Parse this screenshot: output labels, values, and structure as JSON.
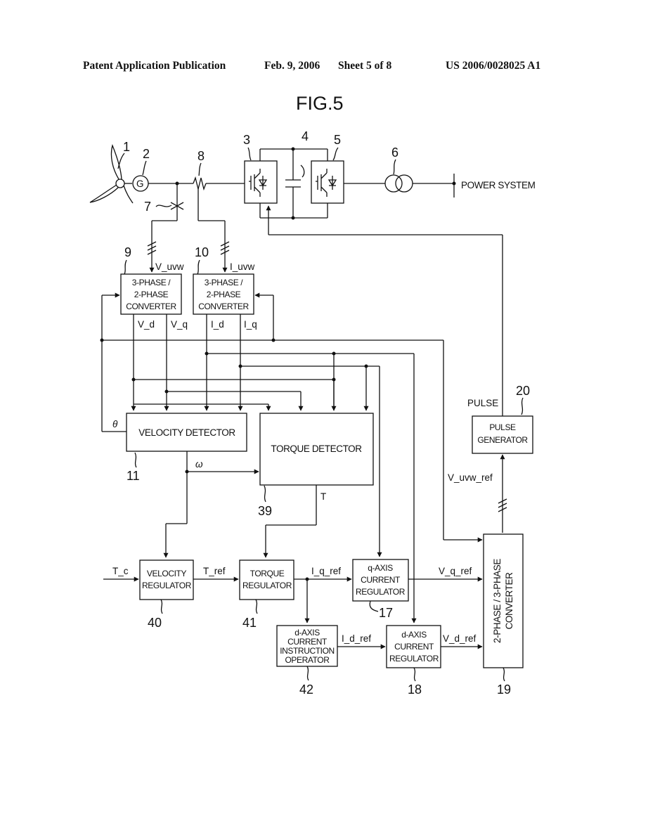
{
  "header": {
    "left": "Patent Application Publication",
    "date": "Feb. 9, 2006",
    "sheet": "Sheet 5 of 8",
    "pub_number": "US 2006/0028025 A1"
  },
  "figure_title": "FIG.5",
  "refs": {
    "n1": "1",
    "n2": "2",
    "n3": "3",
    "n4": "4",
    "n5": "5",
    "n6": "6",
    "n7": "7",
    "n8": "8",
    "n9": "9",
    "n10": "10",
    "n11": "11",
    "n17": "17",
    "n18": "18",
    "n19": "19",
    "n20": "20",
    "n39": "39",
    "n40": "40",
    "n41": "41",
    "n42": "42"
  },
  "generator_symbol": "G",
  "power_system": "POWER SYSTEM",
  "blocks": {
    "conv9": [
      "3-PHASE /",
      "2-PHASE",
      "CONVERTER"
    ],
    "conv10": [
      "3-PHASE /",
      "2-PHASE",
      "CONVERTER"
    ],
    "velocity_detector": "VELOCITY DETECTOR",
    "torque_detector": "TORQUE DETECTOR",
    "pulse_generator": [
      "PULSE",
      "GENERATOR"
    ],
    "velocity_regulator": [
      "VELOCITY",
      "REGULATOR"
    ],
    "torque_regulator": [
      "TORQUE",
      "REGULATOR"
    ],
    "q_axis_regulator": [
      "q-AXIS",
      "CURRENT",
      "REGULATOR"
    ],
    "d_axis_instruction": [
      "d-AXIS",
      "CURRENT",
      "INSTRUCTION",
      "OPERATOR"
    ],
    "d_axis_regulator": [
      "d-AXIS",
      "CURRENT",
      "REGULATOR"
    ],
    "converter_2_3": [
      "2-PHASE / 3-PHASE",
      "CONVERTER"
    ]
  },
  "signals": {
    "v_uvw": "V_uvw",
    "i_uvw": "I_uvw",
    "v_d": "V_d",
    "v_q": "V_q",
    "i_d": "I_d",
    "i_q": "I_q",
    "theta": "θ",
    "omega": "ω",
    "t": "T",
    "t_c": "T_c",
    "t_ref": "T_ref",
    "i_q_ref": "I_q_ref",
    "i_d_ref": "I_d_ref",
    "v_q_ref": "V_q_ref",
    "v_d_ref": "V_d_ref",
    "v_uvw_ref": "V_uvw_ref",
    "pulse": "PULSE"
  }
}
